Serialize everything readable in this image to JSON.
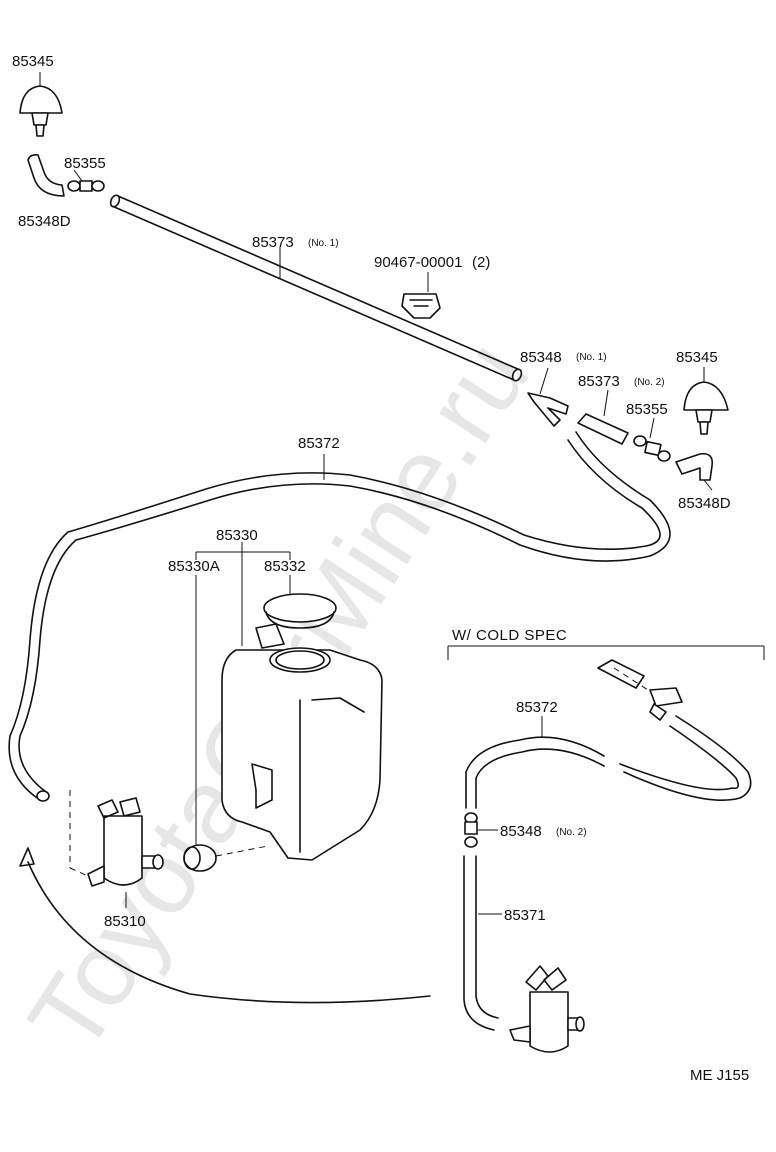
{
  "watermark": "ToyotaCarMine.ru",
  "parts": {
    "p85345_top": "85345",
    "p85355_top": "85355",
    "p85348d_top": "85348D",
    "p85373_no1": "85373",
    "p85373_no1_sub": "(No. 1)",
    "p90467": "90467-00001",
    "p90467_sub": "(2)",
    "p85348_no1": "85348",
    "p85348_no1_sub": "(No. 1)",
    "p85345_right": "85345",
    "p85373_no2": "85373",
    "p85373_no2_sub": "(No. 2)",
    "p85355_right": "85355",
    "p85348d_right": "85348D",
    "p85372": "85372",
    "p85330": "85330",
    "p85330a": "85330A",
    "p85332": "85332",
    "p85310": "85310",
    "cold_header": "W/ COLD  SPEC",
    "p85372_cold": "85372",
    "p85348_no2": "85348",
    "p85348_no2_sub": "(No. 2)",
    "p85371": "85371",
    "diagram_code": "ME   J155"
  }
}
